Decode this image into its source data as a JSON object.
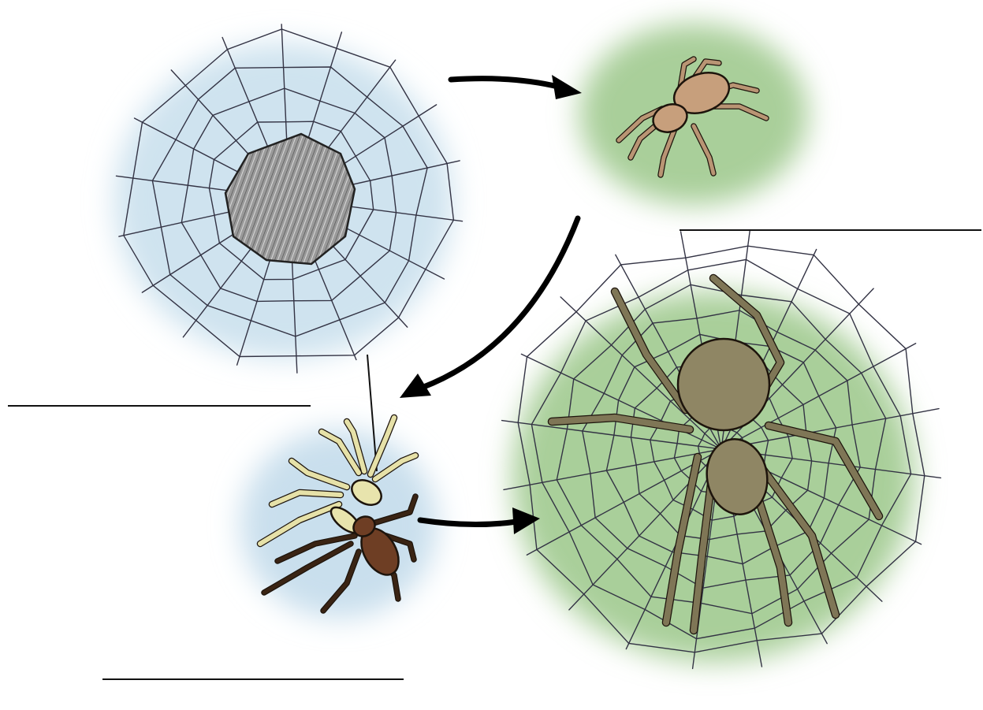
{
  "worksheet": {
    "type": "life-cycle-labeling",
    "stages": [
      {
        "id": "egg-sac",
        "label": ""
      },
      {
        "id": "spiderling",
        "label": ""
      },
      {
        "id": "molting-spider",
        "label": ""
      },
      {
        "id": "adult-spider",
        "label": ""
      }
    ],
    "arrows": [
      {
        "from": "egg-sac",
        "to": "spiderling"
      },
      {
        "from": "spiderling",
        "to": "molting-spider"
      },
      {
        "from": "molting-spider",
        "to": "adult-spider"
      }
    ]
  },
  "colors": {
    "wash_blue": "#cfe3ef",
    "wash_green": "#a9cf9a",
    "spider_tan": "#b99574",
    "adult_body": "#8f8664",
    "egg_sac_gray": "#8d8d8d",
    "ink": "#111111"
  }
}
